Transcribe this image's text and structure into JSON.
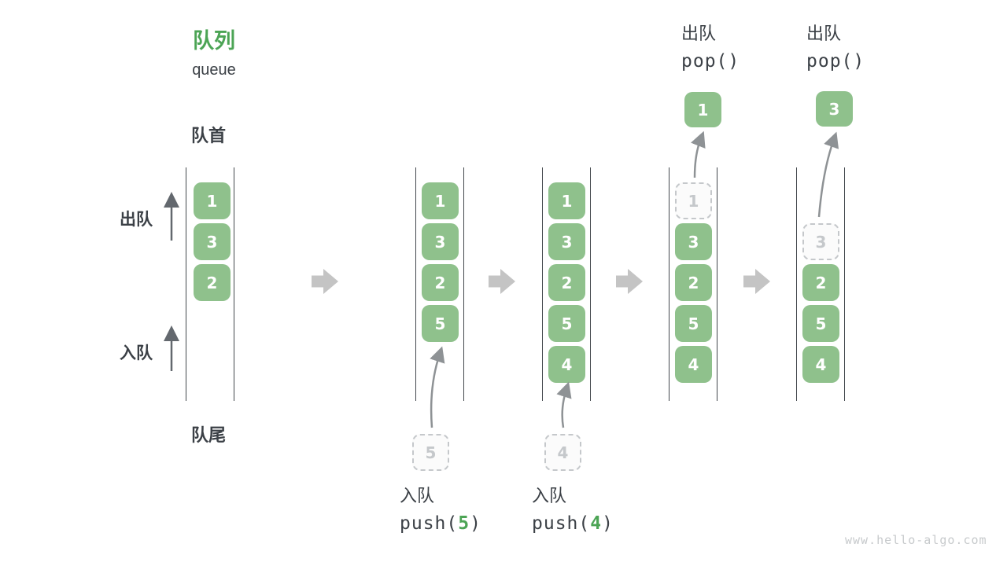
{
  "title": {
    "zh": "队列",
    "en": "queue"
  },
  "side_labels": {
    "front": "队首",
    "rear": "队尾",
    "dequeue": "出队",
    "enqueue": "入队"
  },
  "ops": {
    "push5": {
      "zh": "入队",
      "pre": "push(",
      "arg": "5",
      "post": ")"
    },
    "push4": {
      "zh": "入队",
      "pre": "push(",
      "arg": "4",
      "post": ")"
    },
    "pop1": {
      "zh": "出队",
      "code": "pop()"
    },
    "pop2": {
      "zh": "出队",
      "code": "pop()"
    }
  },
  "columns": [
    {
      "cells": [
        "1",
        "3",
        "2"
      ]
    },
    {
      "cells": [
        "1",
        "3",
        "2",
        "5"
      ],
      "staged": "5"
    },
    {
      "cells": [
        "1",
        "3",
        "2",
        "5",
        "4"
      ],
      "staged": "4"
    },
    {
      "cells": [
        "3",
        "2",
        "5",
        "4"
      ],
      "ghost": "1",
      "popped": "1"
    },
    {
      "cells": [
        "2",
        "5",
        "4"
      ],
      "ghost": "3",
      "popped": "3"
    }
  ],
  "icons": {
    "step_arrow": "right-block-arrow",
    "flow_arrow": "up-arrow"
  },
  "colors": {
    "box_green": "#8FC18C",
    "title_green": "#4CA455",
    "text_dark": "#3B4046",
    "block_arrow_gray": "#C4C4C4",
    "ghost_gray": "#C5C8CB",
    "rail_dark": "#43484D"
  },
  "watermark": "www.hello-algo.com"
}
